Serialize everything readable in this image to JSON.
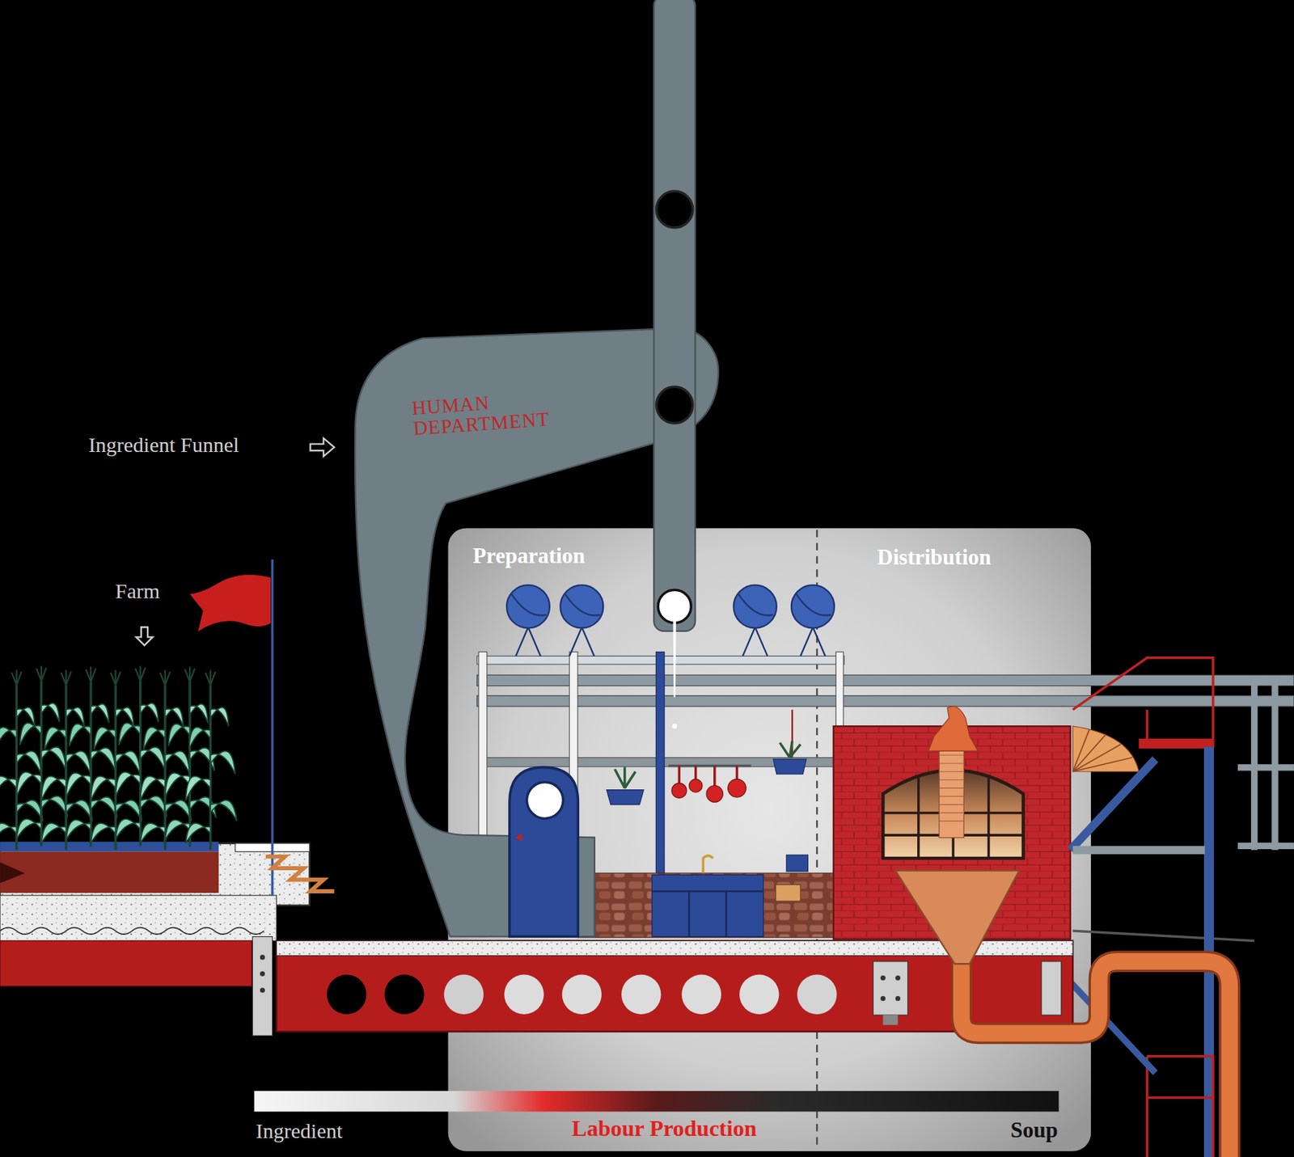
{
  "diagram": {
    "nodes": [
      {
        "text": [
          "HUMAN DEPARTMENT"
        ]
      },
      {
        "text": [
          "Preparation"
        ],
        "in": null
      },
      {
        "text": [
          "Distribution"
        ]
      }
    ],
    "labels": [
      "Ingredient Funnel",
      "Farm",
      "Ingredient",
      "Labour Production",
      "Soup"
    ]
  }
}
